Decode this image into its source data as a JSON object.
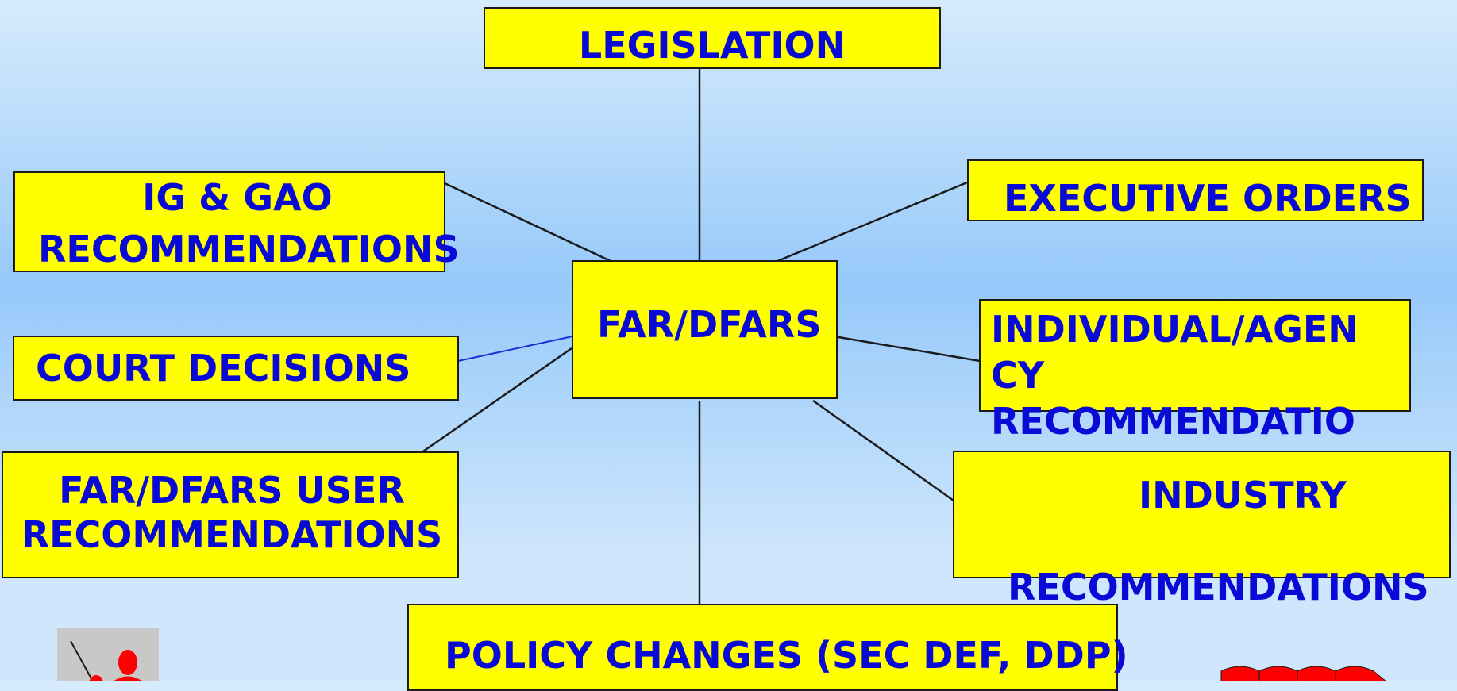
{
  "nodes": {
    "legislation": "LEGISLATION",
    "executive_orders": "EXECUTIVE ORDERS",
    "ig_gao_line1": "IG & GAO",
    "ig_gao_line2": "RECOMMENDATIONS",
    "far_dfars": "FAR/DFARS",
    "court_decisions": "COURT DECISIONS",
    "individual_line1": "INDIVIDUAL/AGEN",
    "individual_line2": "CY",
    "individual_line3": "RECOMMENDATIO",
    "user_line1": "FAR/DFARS USER",
    "user_line2": "RECOMMENDATIONS",
    "industry_line1": "INDUSTRY",
    "industry_line2": "RECOMMENDATIONS",
    "policy_changes": "POLICY CHANGES (SEC DEF, DDP)"
  },
  "colors": {
    "box_fill": "#ffff00",
    "text": "#0a0ad6",
    "connector": "#1a1a1a",
    "court_connector": "#1f2fd6"
  }
}
